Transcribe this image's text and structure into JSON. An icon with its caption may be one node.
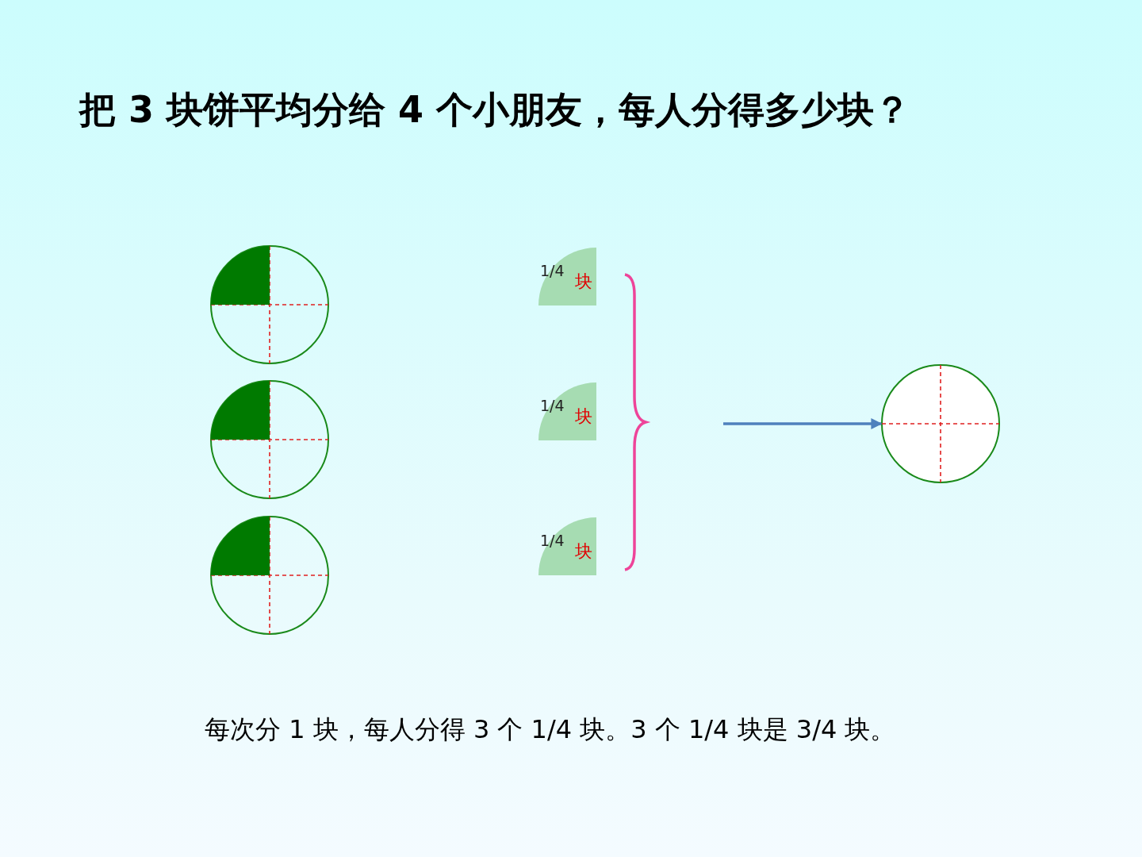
{
  "diagram": {
    "title": "把 3 块饼平均分给 4 个小朋友，每人分得多少块？",
    "nodes": [
      {
        "text": [],
        "shape": "circle"
      },
      {
        "text": [],
        "shape": "circle"
      },
      {
        "text": [],
        "shape": "circle"
      },
      {
        "text": [
          "1/4",
          "块"
        ]
      },
      {
        "text": [
          "1/4",
          "块"
        ]
      },
      {
        "text": [
          "1/4",
          "块"
        ]
      },
      {
        "text": [],
        "shape": "circle"
      }
    ],
    "edges": [
      {
        "from": null,
        "to": 6,
        "arrow": "to",
        "color": "#4f81bd"
      }
    ],
    "labels": [
      "每次分 1 块，每人分得 3 个 1/4 块。3 个 1/4 块是 3/4 块。"
    ]
  }
}
